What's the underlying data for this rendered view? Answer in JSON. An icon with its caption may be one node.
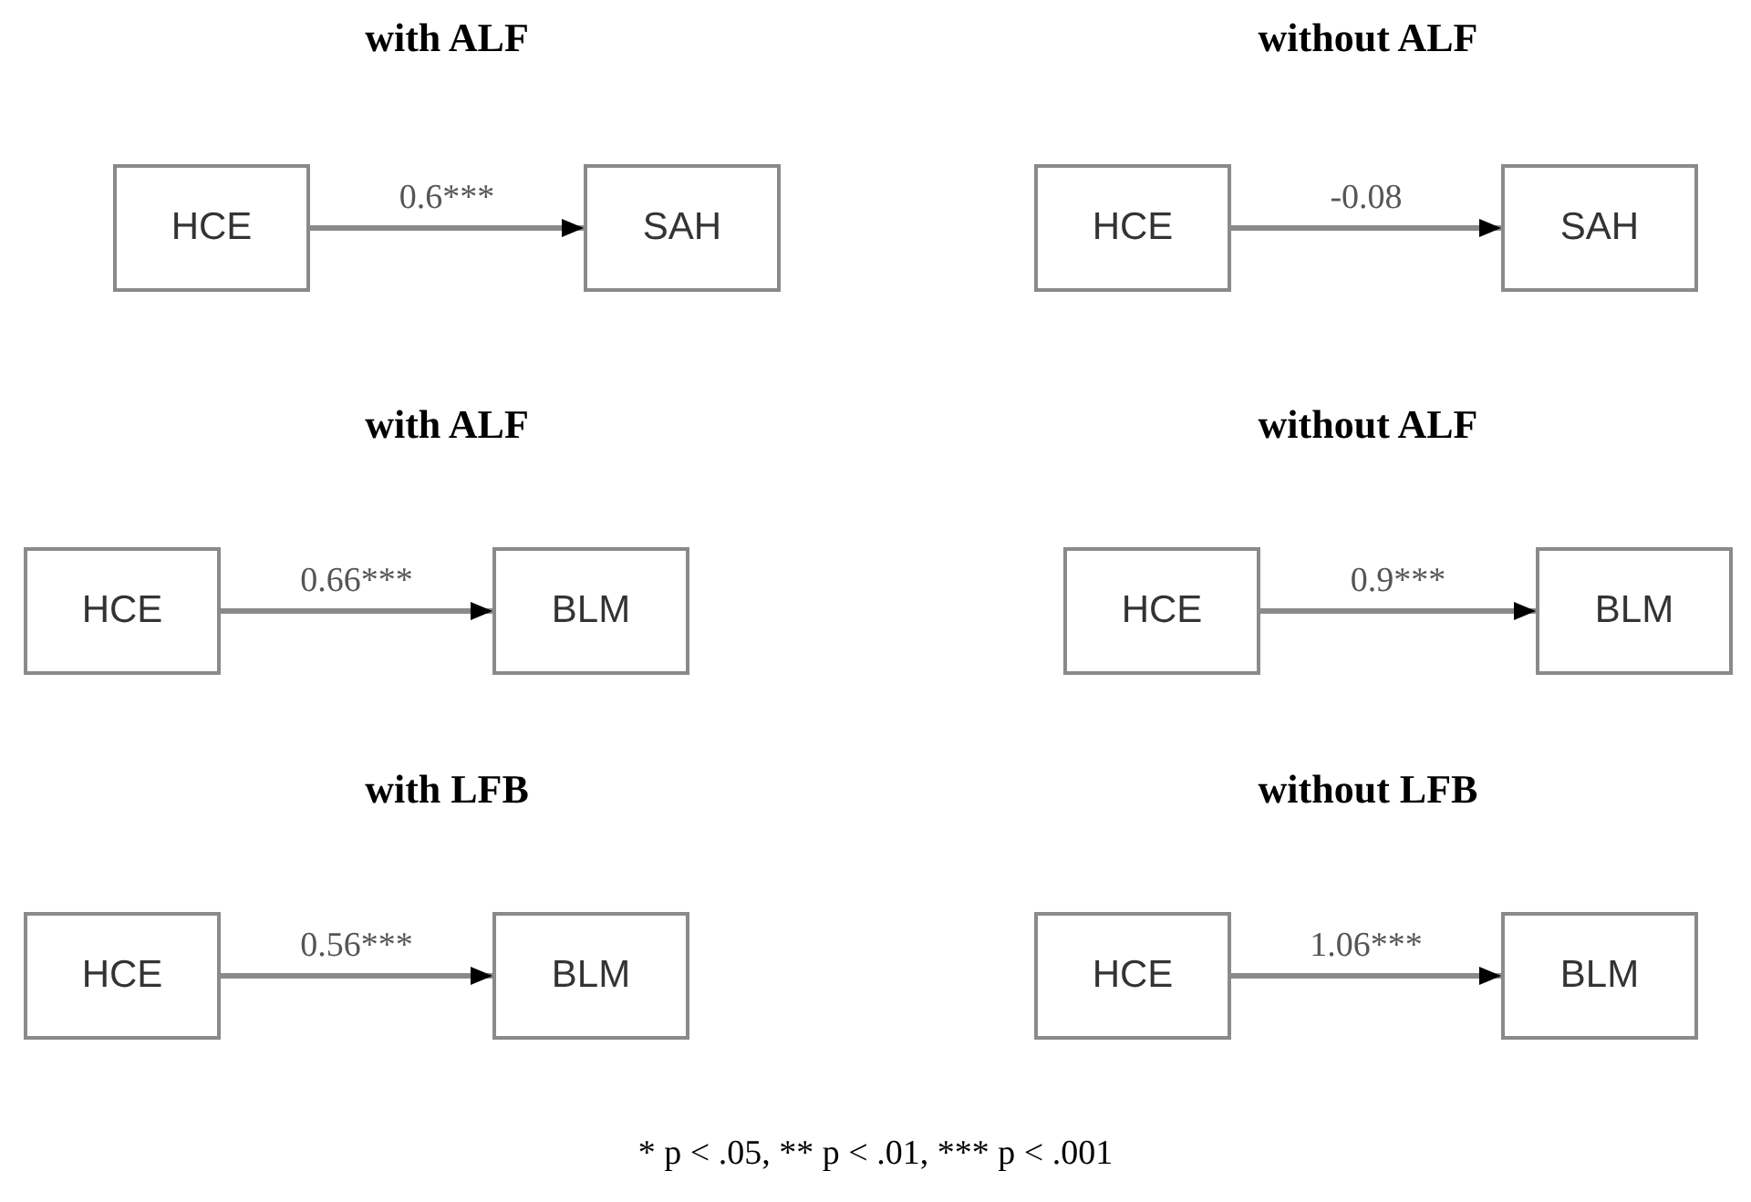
{
  "diagram": {
    "nodes": [
      {
        "text": [
          "HCE"
        ]
      },
      {
        "text": [
          "SAH"
        ]
      },
      {
        "text": [
          "HCE"
        ]
      },
      {
        "text": [
          "SAH"
        ]
      },
      {
        "text": [
          "HCE"
        ]
      },
      {
        "text": [
          "BLM"
        ]
      },
      {
        "text": [
          "HCE"
        ]
      },
      {
        "text": [
          "BLM"
        ]
      },
      {
        "text": [
          "HCE"
        ]
      },
      {
        "text": [
          "BLM"
        ]
      },
      {
        "text": [
          "HCE"
        ]
      },
      {
        "text": [
          "BLM"
        ]
      }
    ],
    "edges": [
      {
        "from": 0,
        "to": 1,
        "arrow": "to",
        "label": "0.6***"
      },
      {
        "from": 2,
        "to": 3,
        "arrow": "to",
        "label": "-0.08"
      },
      {
        "from": 4,
        "to": 5,
        "arrow": "to",
        "label": "0.66***"
      },
      {
        "from": 6,
        "to": 7,
        "arrow": "to",
        "label": "0.9***"
      },
      {
        "from": 8,
        "to": 9,
        "arrow": "to",
        "label": "0.56***"
      },
      {
        "from": 10,
        "to": 11,
        "arrow": "to",
        "label": "1.06***"
      }
    ],
    "labels": [
      "with ALF",
      "without ALF",
      "with ALF",
      "without ALF",
      "with LFB",
      "without LFB",
      "* p < .05, ** p < .01, *** p < .001"
    ]
  }
}
